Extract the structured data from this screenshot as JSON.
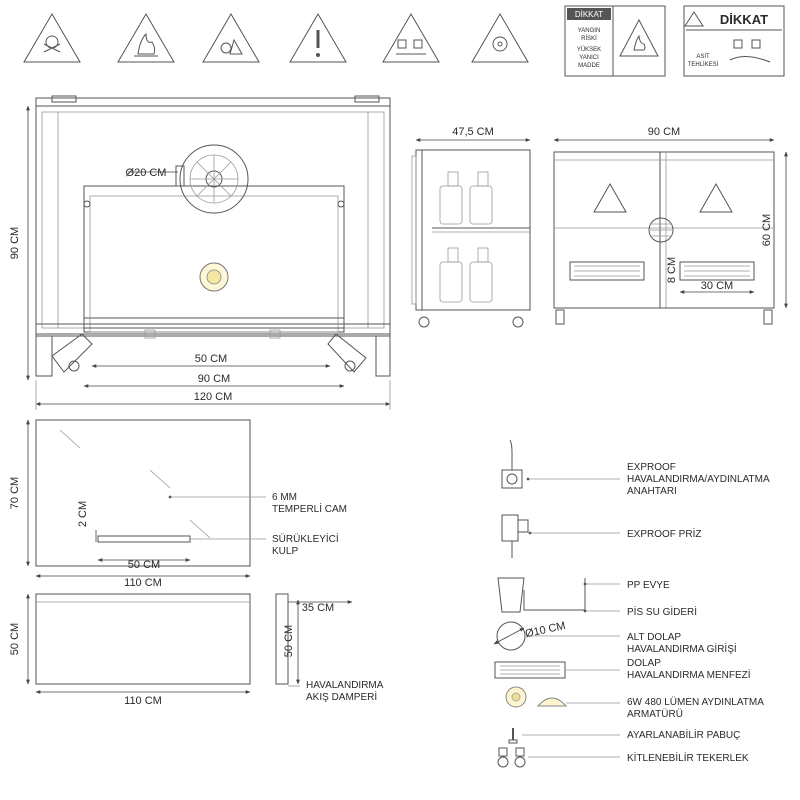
{
  "top_signs": {
    "dikkat_small": {
      "header": "DİKKAT",
      "line1": "YANGIN",
      "line2": "RİSKİ",
      "line3": "YÜKSEK",
      "line4": "YANICI",
      "line5": "MADDE"
    },
    "dikkat_large": {
      "header": "DİKKAT",
      "line1": "ASİT",
      "line2": "TEHLİKESİ"
    }
  },
  "front_view": {
    "dim_diameter": "Ø20 CM",
    "dim_height": "90 CM",
    "dim_inner": "50 CM",
    "dim_middle": "90 CM",
    "dim_total": "120 CM"
  },
  "side_view": {
    "dim_width": "47,5 CM"
  },
  "cabinet_front": {
    "dim_width": "90 CM",
    "dim_height": "60 CM",
    "dim_vent_height": "8 CM",
    "dim_vent_width": "30 CM"
  },
  "glass_view": {
    "dim_height": "70 CM",
    "dim_handle_offset": "2 CM",
    "dim_handle": "50 CM",
    "dim_width": "110 CM",
    "label_glass_line1": "6 MM",
    "label_glass_line2": "TEMPERLİ CAM",
    "label_handle_line1": "SÜRÜKLEYİCİ",
    "label_handle_line2": "KULP"
  },
  "base_view": {
    "dim_height": "50 CM",
    "dim_width": "110 CM",
    "dim_damper_width": "35 CM",
    "dim_damper_height": "50 CM",
    "label_damper_line1": "HAVALANDIRMA",
    "label_damper_line2": "AKIŞ DAMPERİ"
  },
  "legend": {
    "switch_line1": "EXPROOF",
    "switch_line2": "HAVALANDIRMA/AYDINLATMA",
    "switch_line3": "ANAHTARI",
    "socket": "EXPROOF PRİZ",
    "sink": "PP EVYE",
    "drain": "PİS SU GİDERİ",
    "vent_inlet_dim": "Ø10 CM",
    "vent_inlet_line1": "ALT DOLAP",
    "vent_inlet_line2": "HAVALANDIRMA GİRİŞİ",
    "cabinet_vent_line1": "DOLAP",
    "cabinet_vent_line2": "HAVALANDIRMA MENFEZİ",
    "light_line1": "6W 480 LÜMEN AYDINLATMA",
    "light_line2": "ARMATÜRÜ",
    "foot": "AYARLANABİLİR PABUÇ",
    "wheel": "KİTLENEBİLİR TEKERLEK"
  }
}
